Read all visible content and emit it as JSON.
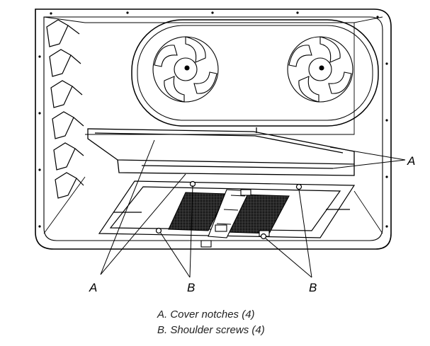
{
  "callouts": {
    "a_right": "A",
    "a_bottom_left": "A",
    "b_center": "B",
    "b_right": "B"
  },
  "legend": {
    "a": "A.  Cover notches (4)",
    "b": "B.  Shoulder screws (4)"
  },
  "colors": {
    "line": "#000000",
    "filter_mesh": "#1a1a1a",
    "background": "#ffffff"
  }
}
